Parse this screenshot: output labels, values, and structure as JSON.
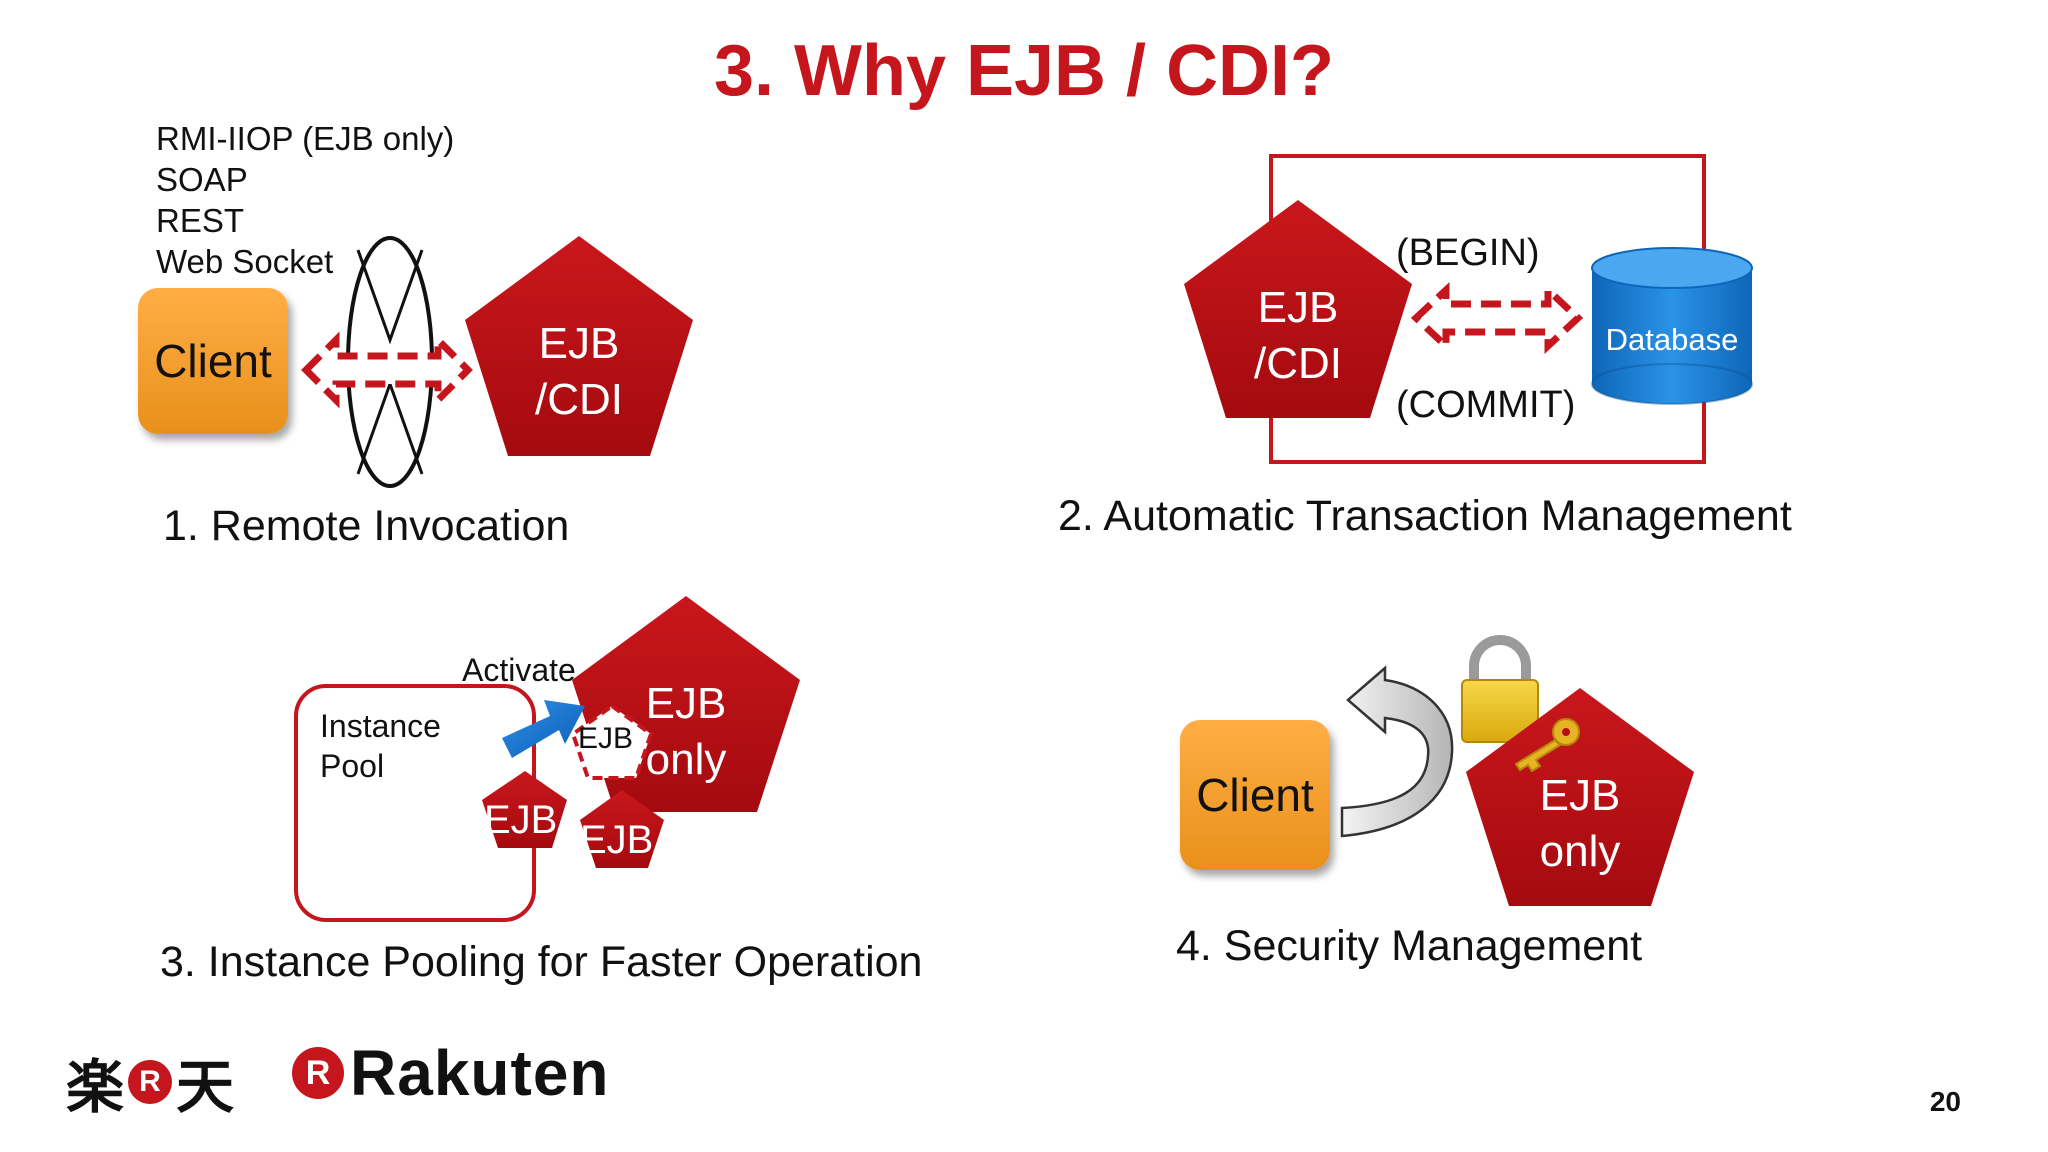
{
  "title": "3. Why EJB / CDI?",
  "section1": {
    "protocols": [
      "RMI-IIOP (EJB only)",
      "SOAP",
      "REST",
      "Web Socket"
    ],
    "client": "Client",
    "ejb_line1": "EJB",
    "ejb_line2": "/CDI",
    "caption": "1. Remote Invocation"
  },
  "section2": {
    "ejb_line1": "EJB",
    "ejb_line2": "/CDI",
    "begin": "(BEGIN)",
    "commit": "(COMMIT)",
    "database": "Database",
    "caption": "2. Automatic Transaction Management"
  },
  "section3": {
    "pool_line1": "Instance",
    "pool_line2": "Pool",
    "activate": "Activate",
    "big_ejb_line1": "EJB",
    "big_ejb_line2": "only",
    "small_ejb": "EJB",
    "caption": "3. Instance Pooling for Faster Operation"
  },
  "section4": {
    "client": "Client",
    "ejb_line1": "EJB",
    "ejb_line2": "only",
    "caption": "4. Security Management"
  },
  "footer": {
    "logo_kanji": "楽天",
    "logo_text": "Rakuten",
    "page_number": "20"
  },
  "colors": {
    "accent": "#c4161c",
    "pentagon": "#b50d12",
    "client": "#f5a030",
    "database": "#1c7fd4"
  }
}
